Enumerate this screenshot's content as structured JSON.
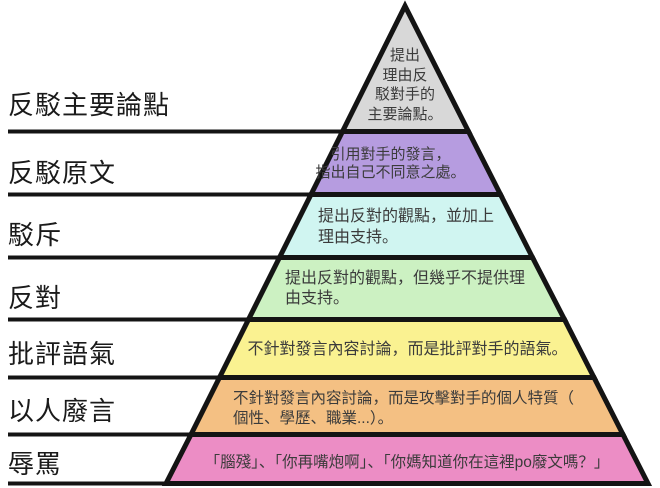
{
  "diagram": {
    "name": "hierarchy-of-disagreement-pyramid",
    "background_color": "#ffffff",
    "outline_color": "#141414",
    "description_text_color": "#3b3b3b",
    "label_text_color": "#1a1a1a",
    "tiers": [
      {
        "label": "反駁主要論點",
        "color": "#d8d8d8",
        "description": "提出\n理由反\n駁對手的\n主要論點。"
      },
      {
        "label": "反駁原文",
        "color": "#b69ce0",
        "description": "引用對手的發言，\n指出自己不同意之處。"
      },
      {
        "label": "駁斥",
        "color": "#d0f5f1",
        "description": "提出反對的觀點，並加上\n理由支持。"
      },
      {
        "label": "反對",
        "color": "#ccf1c2",
        "description": "提出反對的觀點，但幾乎不提供理\n由支持。"
      },
      {
        "label": "批評語氣",
        "color": "#faf291",
        "description": "不針對發言內容討論，而是批評對手的語氣。"
      },
      {
        "label": "以人廢言",
        "color": "#f4c083",
        "description": "不針對發言內容討論，而是攻擊對手的個人特質（\n個性、學歷、職業...）。"
      },
      {
        "label": "辱罵",
        "color": "#ec8dc5",
        "description": "「腦殘」、「你再嘴炮啊」、「你媽知道你在這裡po廢文嗎？」"
      }
    ]
  }
}
